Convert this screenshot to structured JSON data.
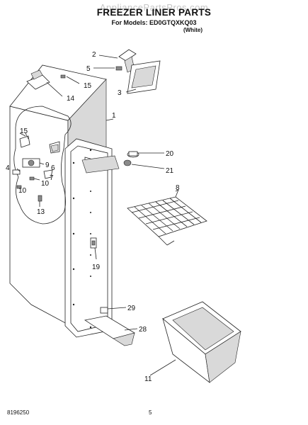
{
  "header": {
    "watermark": "AppliancePartsPros.com",
    "title": "FREEZER LINER PARTS",
    "models": "For Models: ED0GTQXKQ03",
    "color": "(White)"
  },
  "callouts": [
    "1",
    "2",
    "3",
    "4",
    "5",
    "6",
    "7",
    "8",
    "9",
    "10",
    "10",
    "11",
    "13",
    "14",
    "15",
    "15",
    "19",
    "20",
    "21",
    "28",
    "29"
  ],
  "footer": {
    "doc_number": "8196250",
    "page_number": "5"
  }
}
